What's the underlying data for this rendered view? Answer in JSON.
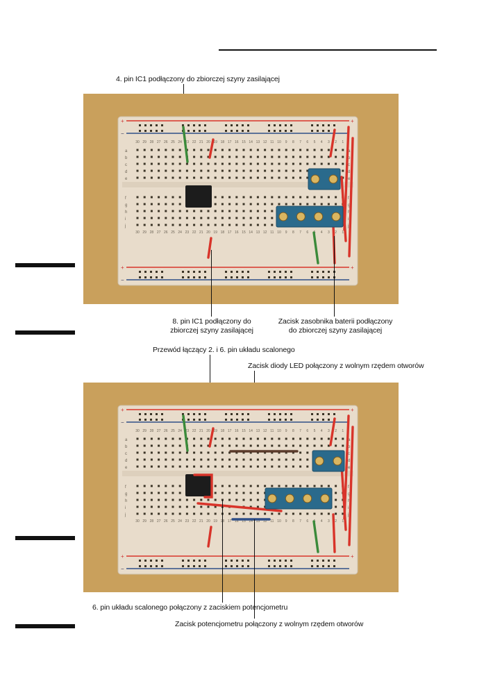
{
  "figure1": {
    "label_top": "4. pin IC1 podłączony do zbiorczej szyny zasilającej",
    "label_bottom_left": "8. pin IC1 podłączony do\nzbiorczej szyny zasilającej",
    "label_bottom_right": "Zacisk zasobnika baterii podłączony\ndo zbiorczej szyny zasilającej"
  },
  "figure2": {
    "label_top_left": "Przewód łączący 2. i 6. pin układu scalonego",
    "label_top_right": "Zacisk diody LED połączony z wolnym rzędem otworów",
    "label_bottom_left": "6. pin układu scalonego połączony z zaciskiem potencjometru",
    "label_bottom_right": "Zacisk potencjometru połączony z wolnym rzędem otworów"
  },
  "breadboard": {
    "column_numbers_top": [
      "30",
      "29",
      "28",
      "27",
      "26",
      "25",
      "24",
      "23",
      "22",
      "21",
      "20",
      "19",
      "18",
      "17",
      "16",
      "15",
      "14",
      "13",
      "12",
      "11",
      "10",
      "9",
      "8",
      "7",
      "6",
      "5",
      "4",
      "3",
      "2",
      "1"
    ],
    "row_letters_top": [
      "a",
      "b",
      "c",
      "d",
      "e"
    ],
    "row_letters_bottom": [
      "f",
      "g",
      "h",
      "i",
      "j"
    ],
    "rail_plus": "+",
    "rail_minus": "−"
  },
  "colors": {
    "background": "#c9a05c",
    "board": "#e8dccb",
    "wire_red": "#d8342a",
    "wire_green": "#3b8a3a",
    "wire_blue": "#2f4f88",
    "terminal_blue": "#2a6a8c",
    "chip": "#1c1c1c"
  }
}
